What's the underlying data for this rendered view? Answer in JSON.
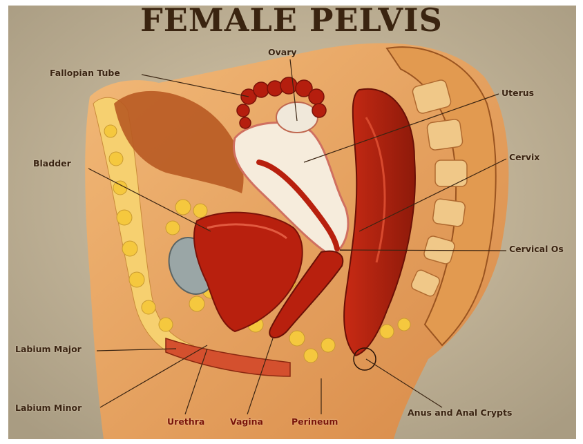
{
  "title": "FEMALE PELVIS",
  "labels": {
    "ovary": "Ovary",
    "fallopian_tube": "Fallopian Tube",
    "uterus": "Uterus",
    "bladder": "Bladder",
    "cervix": "Cervix",
    "cervical_os": "Cervical Os",
    "labium_major": "Labium Major",
    "labium_minor": "Labium Minor",
    "urethra": "Urethra",
    "vagina": "Vagina",
    "perineum": "Perineum",
    "anus_crypts": "Anus and Anal Crypts"
  },
  "colors": {
    "background": "#c3b49a",
    "skin": "#e8a868",
    "muscle_red": "#b4200e",
    "fat_yellow": "#f2c848",
    "label_text": "#3a2412"
  }
}
